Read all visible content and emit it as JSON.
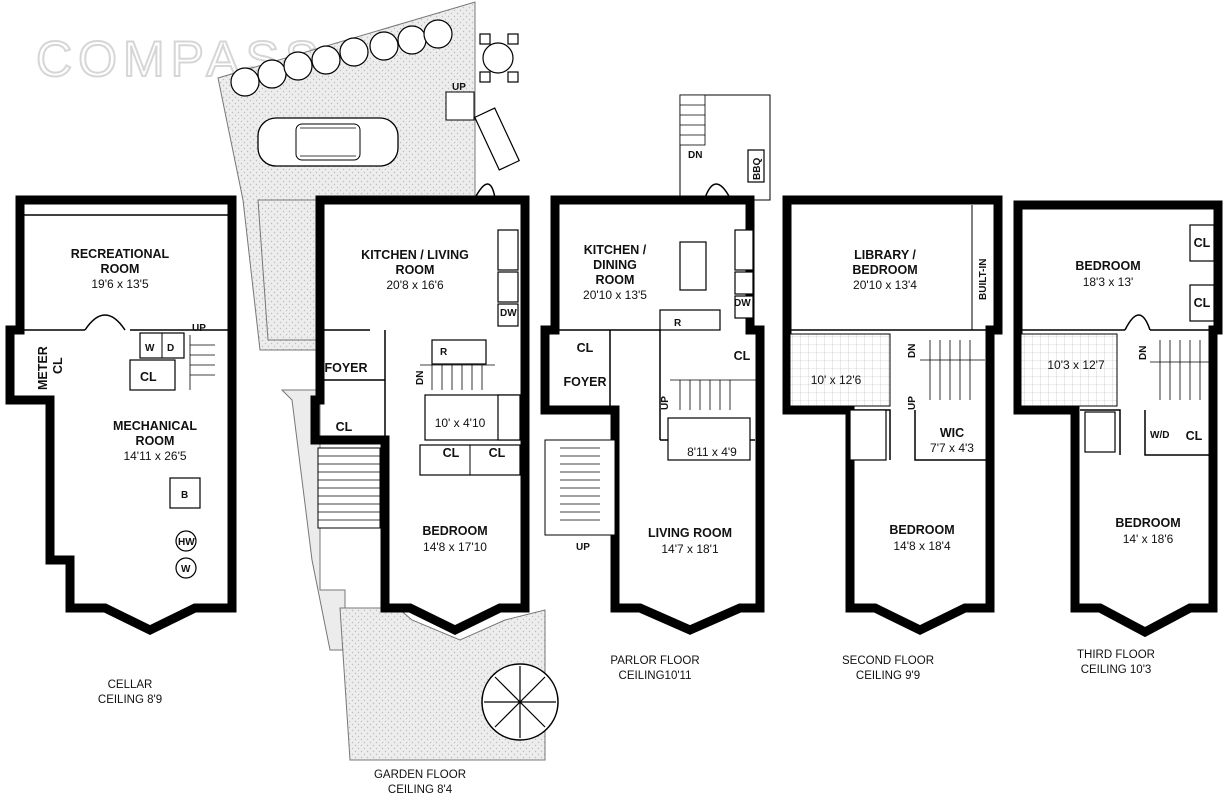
{
  "logo": "COMPASS",
  "floors": {
    "cellar": {
      "caption1": "CELLAR",
      "caption2": "CEILING 8'9",
      "rec_name1": "RECREATIONAL",
      "rec_name2": "ROOM",
      "rec_dim": "19'6 x 13'5",
      "mech_name1": "MECHANICAL",
      "mech_name2": "ROOM",
      "mech_dim": "14'11 x 26'5",
      "meter1": "METER",
      "meter2": "CL",
      "cl": "CL",
      "w": "W",
      "d": "D",
      "up": "UP",
      "b": "B",
      "hw": "HW",
      "w2": "W"
    },
    "garden": {
      "caption1": "GARDEN FLOOR",
      "caption2": "CEILING 8'4",
      "kitchen1": "KITCHEN / LIVING",
      "kitchen2": "ROOM",
      "kitchen_dim": "20'8 x 16'6",
      "foyer": "FOYER",
      "cl1": "CL",
      "cl2": "CL",
      "cl3": "CL",
      "bath_dim": "10' x 4'10",
      "bed": "BEDROOM",
      "bed_dim": "14'8 x 17'10",
      "r": "R",
      "dw": "DW",
      "dn": "DN",
      "up": "UP"
    },
    "parlor": {
      "caption1": "PARLOR FLOOR",
      "caption2": "CEILING10'11",
      "kitchen1": "KITCHEN /",
      "kitchen2": "DINING",
      "kitchen3": "ROOM",
      "kitchen_dim": "20'10 x 13'5",
      "foyer": "FOYER",
      "cl1": "CL",
      "cl2": "CL",
      "bath_dim": "8'11 x 4'9",
      "living": "LIVING ROOM",
      "living_dim": "14'7 x 18'1",
      "r": "R",
      "dw": "DW",
      "dn": "DN",
      "up": "UP",
      "up2": "UP",
      "bbq": "BBQ"
    },
    "second": {
      "caption1": "SECOND FLOOR",
      "caption2": "CEILING 9'9",
      "lib1": "LIBRARY /",
      "lib2": "BEDROOM",
      "lib_dim": "20'10 x 13'4",
      "builtin": "BUILT-IN",
      "bath_dim": "10' x 12'6",
      "wic": "WIC",
      "wic_dim": "7'7 x 4'3",
      "bed": "BEDROOM",
      "bed_dim": "14'8 x 18'4",
      "dn": "DN",
      "up": "UP"
    },
    "third": {
      "caption1": "THIRD FLOOR",
      "caption2": "CEILING 10'3",
      "bed1": "BEDROOM",
      "bed1_dim": "18'3 x 13'",
      "cl1": "CL",
      "cl2": "CL",
      "cl3": "CL",
      "wd": "W/D",
      "bath_dim": "10'3 x 12'7",
      "bed2": "BEDROOM",
      "bed2_dim": "14' x 18'6",
      "dn": "DN"
    }
  }
}
